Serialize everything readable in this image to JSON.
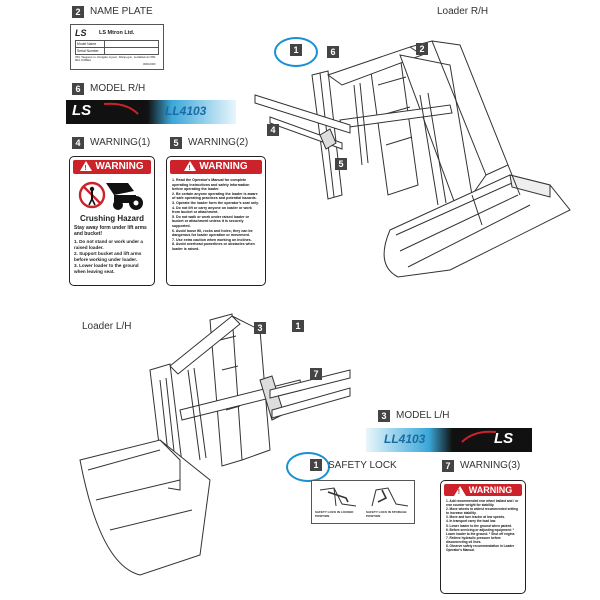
{
  "labels": {
    "name_plate": "NAME PLATE",
    "model_rh": "MODEL R/H",
    "warning1": "WARNING(1)",
    "warning2": "WARNING(2)",
    "loader_rh": "Loader R/H",
    "loader_lh": "Loader L/H",
    "model_lh": "MODEL L/H",
    "safety_lock": "SAFETY LOCK",
    "warning3": "WARNING(3)"
  },
  "callouts": {
    "n1": "1",
    "n2": "2",
    "n3": "3",
    "n4": "4",
    "n5": "5",
    "n6": "6",
    "n7": "7"
  },
  "name_plate": {
    "brand": "LS",
    "company": "LS Mtron Ltd.",
    "row1": "Model Name",
    "row2": "Serial Number",
    "address": "784, Taegwon-ro, Dongtan-myeon, Wanju-gun, Jeollabuk-do 565-904, KOREA",
    "code": "0000-0000"
  },
  "model_decal": {
    "brand": "LS",
    "model": "LL4103"
  },
  "warning_header": "WARNING",
  "warning1_decal": {
    "title": "Crushing Hazard",
    "subtitle": "Stay away form under lift arms and bucket!",
    "items": [
      "1. Do not stand or work under a raised loader.",
      "2. Support bucket and lift arms before working under loader.",
      "3. Lower loader to the ground when leaving seat."
    ]
  },
  "warning2_decal": {
    "items": [
      "1. Read the Operator's Manual for complete operating instructions and safety information before operating the loader.",
      "2. Be certain anyone operating the loader is aware of safe operating practices and potential hazards.",
      "3. Operate the loader form the operator's seat only.",
      "4. Do not lift or carry anyone on loader or work from bucket or attachment.",
      "5. Do not walk or work under raised loader or bucket or attachment unless it is securely supported.",
      "6. Avoid loose fill, rocks and holes; they can be dangerous for loader operation or movement.",
      "7. Use extra caution when working on inclines.",
      "8. Avoid overhead powerlines or obstacles when loader is raised."
    ]
  },
  "safety_lock_decal": {
    "left": "SAFETY LOCK IN LOCKED POSITION",
    "right": "SAFETY LOCK IN STORAGE POSITION"
  },
  "warning3_decal": {
    "items": [
      "1. Add recommended rear wheel ballast and / or rear counter weight for stability.",
      "2. Move wheels to widest recommended setting to increase stability.",
      "3. Move and turn tractor at low speeds.",
      "4. In transport carry the load low.",
      "5. Lower loader to the ground when parked.",
      "6. Before servicing or adjusting equipment: * Lower loader to the ground. * Shut off engine.",
      "7. Relieve hydraulic pressure before disconnecting oil lines.",
      "8. Observe safety recommendation in Loader Operator's Manual."
    ]
  }
}
